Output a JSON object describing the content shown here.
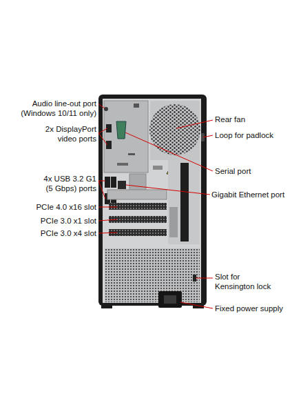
{
  "diagram": {
    "labels": [
      "Audio line-out port (Windows 10/11 only)",
      "Rear fan",
      "Loop for padlock",
      "2x DisplayPort video ports",
      "Serial port",
      "4x USB 3.2 G1 (5 Gbps) ports",
      "Gigabit Ethernet port",
      "PCIe 4.0 x16 slot",
      "PCIe 3.0 x1 slot",
      "PCIe 3.0 x4 slot",
      "Slot for Kensington lock",
      "Fixed power supply"
    ]
  }
}
